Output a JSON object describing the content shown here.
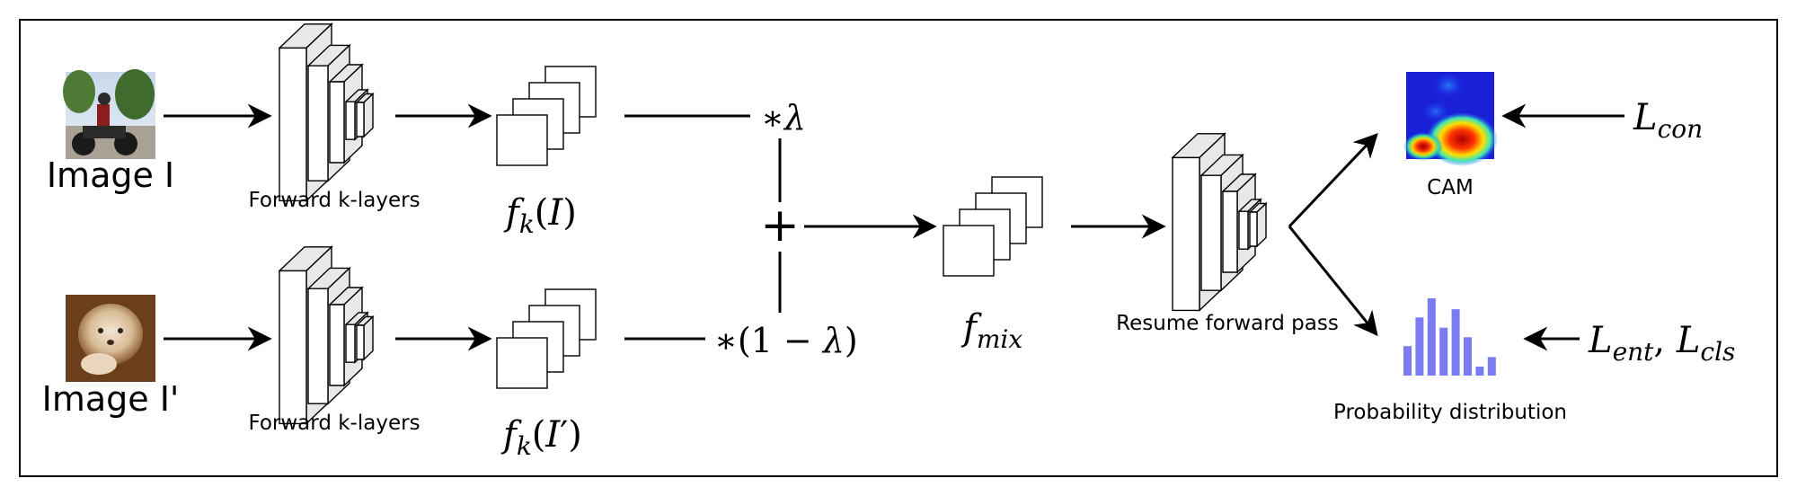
{
  "inputs": {
    "image_1_label": "Image I",
    "image_2_label": "Image I'"
  },
  "encoder": {
    "label_top": "Forward k-layers",
    "label_bottom": "Forward k-layers"
  },
  "features": {
    "top_label": "f_k(I)",
    "bottom_label": "f_k(I′)",
    "mix_label": "f_mix"
  },
  "mixing": {
    "top_weight": "∗λ",
    "bottom_weight": "∗(1 − λ)",
    "plus_symbol": "+"
  },
  "resume": {
    "label": "Resume forward pass"
  },
  "outputs": {
    "cam_label": "CAM",
    "cam_loss": "L_con",
    "dist_label": "Probability distribution",
    "dist_loss": "L_ent, L_cls",
    "dist_color": "#7b7bf2",
    "dist_values": [
      0.3,
      0.72,
      1.0,
      0.57,
      0.84,
      0.43,
      0.0,
      0.14
    ]
  },
  "colors": {
    "stroke": "#000000",
    "block_face": "#ffffff",
    "block_side": "#e8e8e8"
  }
}
